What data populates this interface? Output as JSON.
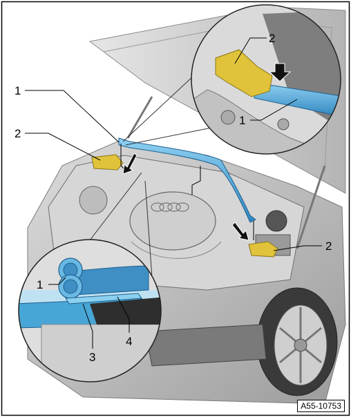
{
  "figure": {
    "id_label": "A55-10753",
    "callouts": {
      "c1_main": "1",
      "c2_left": "2",
      "c1_top_inset": "1",
      "c2_top_inset": "2",
      "c2_right": "2",
      "c1_bottom_inset": "1",
      "c3_bottom_inset": "3",
      "c4_bottom_inset": "4"
    },
    "colors": {
      "hose_blue": "#4fa8d8",
      "bracket_yellow": "#e0c33a",
      "arrow_black": "#111111",
      "car_gray": "#c4c4c4"
    }
  }
}
